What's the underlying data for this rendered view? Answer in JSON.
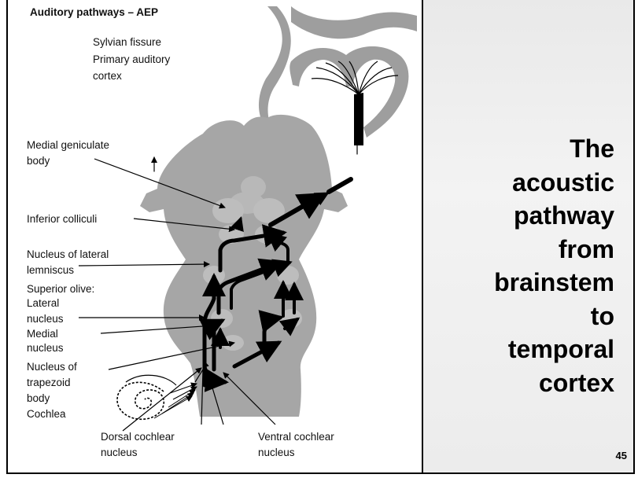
{
  "slide": {
    "side_title": "The\nacoustic\npathway\nfrom\nbrainstem\nto\ntemporal\ncortex",
    "page_number": "45"
  },
  "figure": {
    "title": "Auditory pathways – AEP",
    "labels": {
      "sylvian_fissure": "Sylvian fissure",
      "primary_auditory_1": "Primary auditory",
      "primary_auditory_2": "cortex",
      "medial_geniculate_1": "Medial geniculate",
      "medial_geniculate_2": "body",
      "inferior_colliculi": "Inferior colliculi",
      "lateral_lemniscus_1": "Nucleus of lateral",
      "lateral_lemniscus_2": "lemniscus",
      "superior_olive": "Superior olive:",
      "lateral_nucleus_1": "Lateral",
      "lateral_nucleus_2": "nucleus",
      "medial_nucleus_1": "Medial",
      "medial_nucleus_2": "nucleus",
      "trapezoid_1": "Nucleus of",
      "trapezoid_2": "trapezoid",
      "trapezoid_3": "body",
      "cochlea": "Cochlea",
      "dorsal_cochlear_1": "Dorsal cochlear",
      "dorsal_cochlear_2": "nucleus",
      "ventral_cochlear_1": "Ventral cochlear",
      "ventral_cochlear_2": "nucleus"
    }
  },
  "colors": {
    "tissue": "#a6a6a6",
    "nucleus": "#bdbdbd",
    "pathway": "#000000",
    "side_panel": "#ececec"
  }
}
